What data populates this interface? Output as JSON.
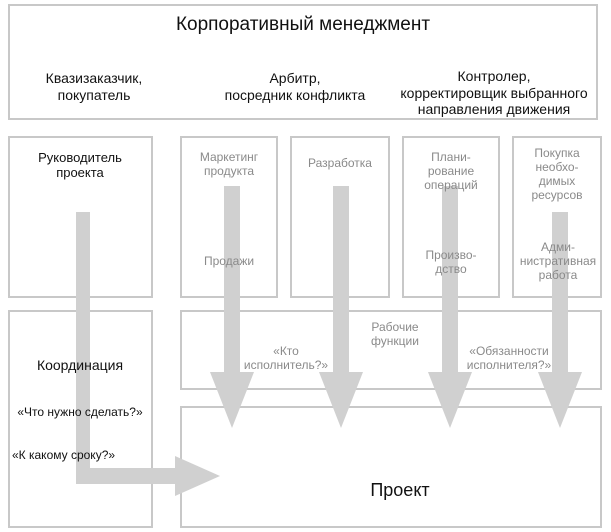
{
  "title": "Корпоративный менеджмент",
  "roles": {
    "customer": "Квазизаказчик,\nпокупатель",
    "arbiter": "Арбитр,\nпосредник конфликта",
    "controller": "Контролер,\nкорректировщик выбранного\nнаправления движения"
  },
  "project_manager": "Руководитель\nпроекта",
  "departments": {
    "marketing": "Маркетинг\nпродукта",
    "sales": "Продажи",
    "development": "Разработка",
    "planning": "Плани-\nрование\nопераций",
    "production": "Произво-\nдство",
    "procurement": "Покупка\nнеобхо-\nдимых\nресурсов",
    "administration": "Адми-\nнистративная\nработа"
  },
  "work_functions": {
    "label": "Рабочие\nфункции",
    "who": "«Кто\nисполнитель?»",
    "duties": "«Обязанности\nисполнителя?»"
  },
  "coordination": {
    "title": "Координация",
    "what": "«Что нужно сделать?»",
    "when": "«К какому сроку?»"
  },
  "project": "Проект",
  "colors": {
    "frame": "#c8c8c8",
    "arrow": "#d0d0d0",
    "text_dark": "#111111",
    "text_gray": "#8a8a8a"
  }
}
